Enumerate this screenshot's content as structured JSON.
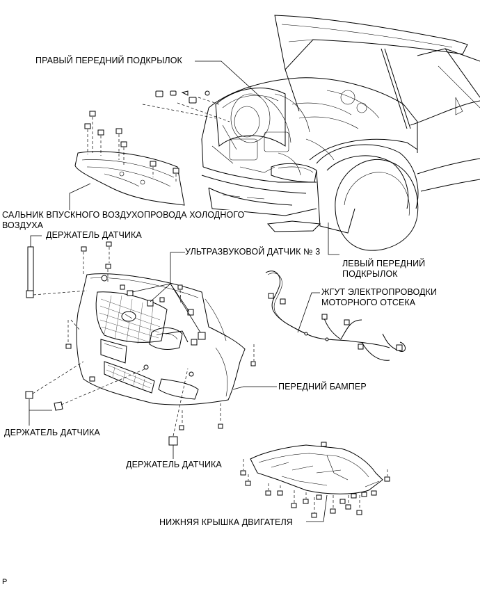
{
  "labels": {
    "right_liner": "ПРАВЫЙ ПЕРЕДНИЙ ПОДКРЫЛОК",
    "seal_line1": "САЛЬНИК ВПУСКНОГО ВОЗДУХОПРОВОДА ХОЛОДНОГО",
    "seal_line2": "ВОЗДУХА",
    "sensor_holder_top": "ДЕРЖАТЕЛЬ ДАТЧИКА",
    "ultrasonic_sensor": "УЛЬТРАЗВУКОВОЙ ДАТЧИК № 3",
    "left_liner_line1": "ЛЕВЫЙ ПЕРЕДНИЙ",
    "left_liner_line2": "ПОДКРЫЛОК",
    "harness_line1": "ЖГУТ ЭЛЕКТРОПРОВОДКИ",
    "harness_line2": "МОТОРНОГО ОТСЕКА",
    "front_bumper": "ПЕРЕДНИЙ БАМПЕР",
    "sensor_holder_left": "ДЕРЖАТЕЛЬ ДАТЧИКА",
    "sensor_holder_bottom": "ДЕРЖАТЕЛЬ ДАТЧИКА",
    "engine_under_cover": "НИЖНЯЯ КРЫШКА ДВИГАТЕЛЯ",
    "ref_code": "P"
  }
}
